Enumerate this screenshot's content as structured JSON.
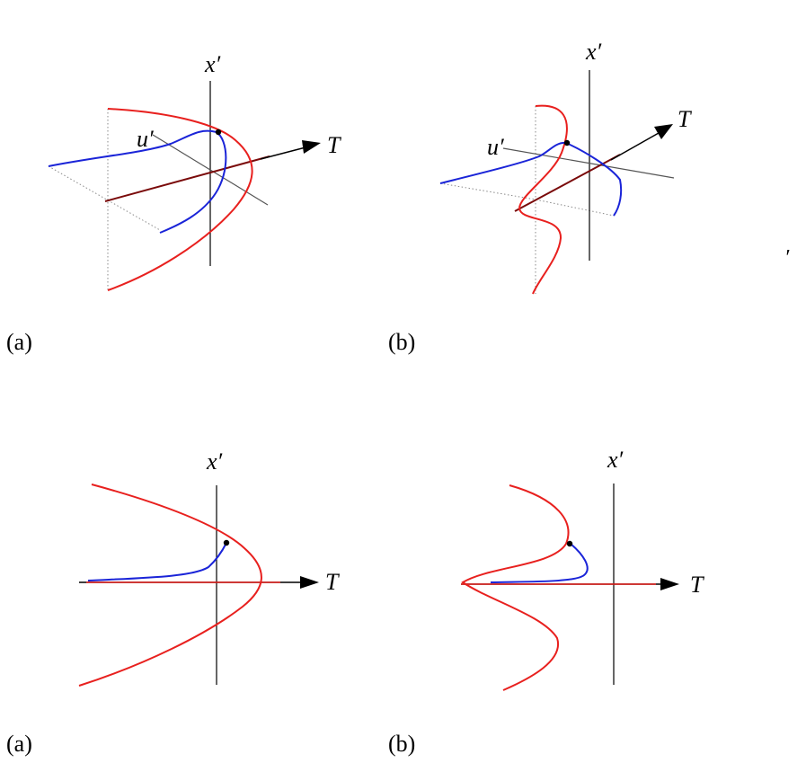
{
  "labels": {
    "x_prime": "x′",
    "u_prime": "u′",
    "T": "T",
    "panel_a": "(a)",
    "panel_b": "(b)",
    "stray_mark": "′"
  },
  "colors": {
    "red_curve": "#e8201e",
    "blue_curve": "#1a24d8",
    "axis": "#000000",
    "t_axis_dark": "#7a0a0a",
    "dotted_projection": "#8a8a8a"
  }
}
